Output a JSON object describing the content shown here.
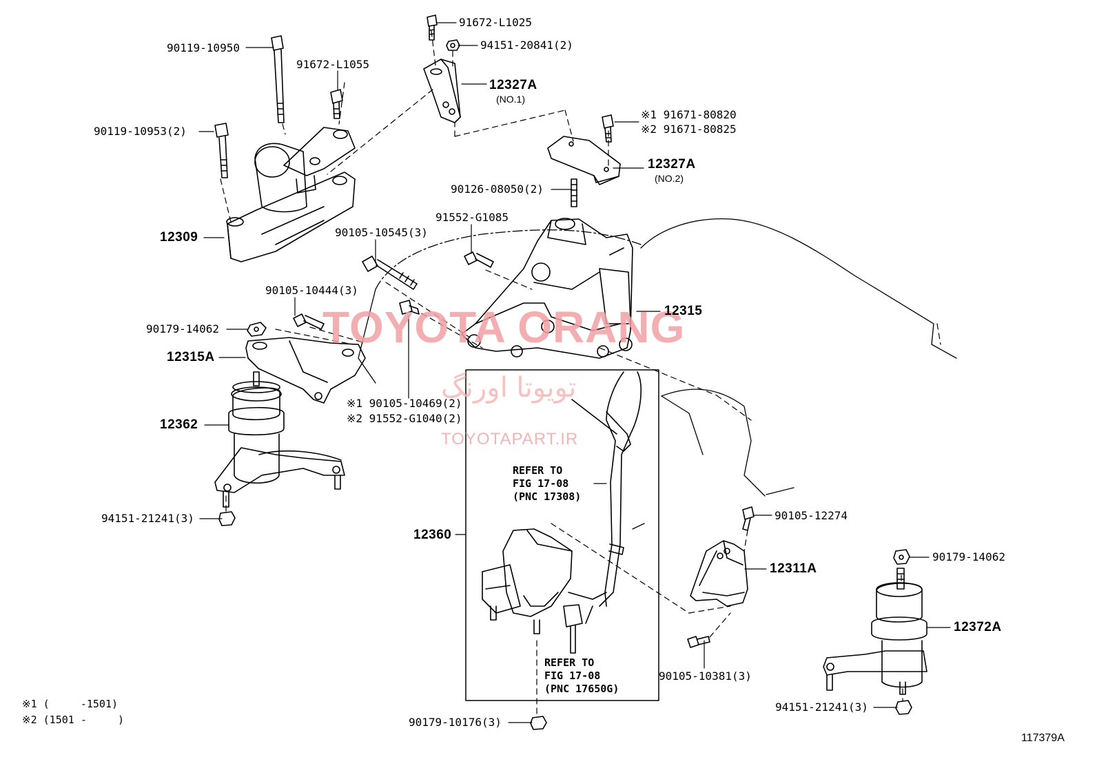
{
  "labels": {
    "p_91672_L1025": "91672-L1025",
    "p_94151_20841": "94151-20841(2)",
    "p_90119_10950": "90119-10950",
    "p_91672_L1055": "91672-L1055",
    "p_12327A_1": "12327A",
    "p_no1": "(NO.1)",
    "p_90119_10953": "90119-10953(2)",
    "p_91671_80820": "※1 91671-80820",
    "p_91671_80825": "※2 91671-80825",
    "p_12327A_2": "12327A",
    "p_no2": "(NO.2)",
    "p_90126_08050": "90126-08050(2)",
    "p_12309": "12309",
    "p_91552_G1085": "91552-G1085",
    "p_90105_10545": "90105-10545(3)",
    "p_90105_10444": "90105-10444(3)",
    "p_12315": "12315",
    "p_90179_14062_a": "90179-14062",
    "p_12315A": "12315A",
    "p_90105_10469": "※1 90105-10469(2)",
    "p_91552_G1040": "※2 91552-G1040(2)",
    "p_12362": "12362",
    "p_refer1": "REFER TO\nFIG 17-08\n(PNC 17308)",
    "p_94151_21241_a": "94151-21241(3)",
    "p_90105_12274": "90105-12274",
    "p_12360": "12360",
    "p_12311A": "12311A",
    "p_90179_14062_b": "90179-14062",
    "p_12372A": "12372A",
    "p_refer2": "REFER TO\nFIG 17-08\n(PNC 17650G)",
    "p_90105_10381": "90105-10381(3)",
    "p_94151_21241_b": "94151-21241(3)",
    "p_90179_10176": "90179-10176(3)"
  },
  "footnotes": {
    "note1": "※1 (     -1501)",
    "note2": "※2 (1501 -     )"
  },
  "figure_number": "117379A",
  "watermark": {
    "main": "TOYOTA ORANG",
    "persian": "تویوتا اورنگ",
    "url": "TOYOTAPART.IR"
  },
  "colors": {
    "line": "#000000",
    "watermark": "#f0a0a3"
  }
}
